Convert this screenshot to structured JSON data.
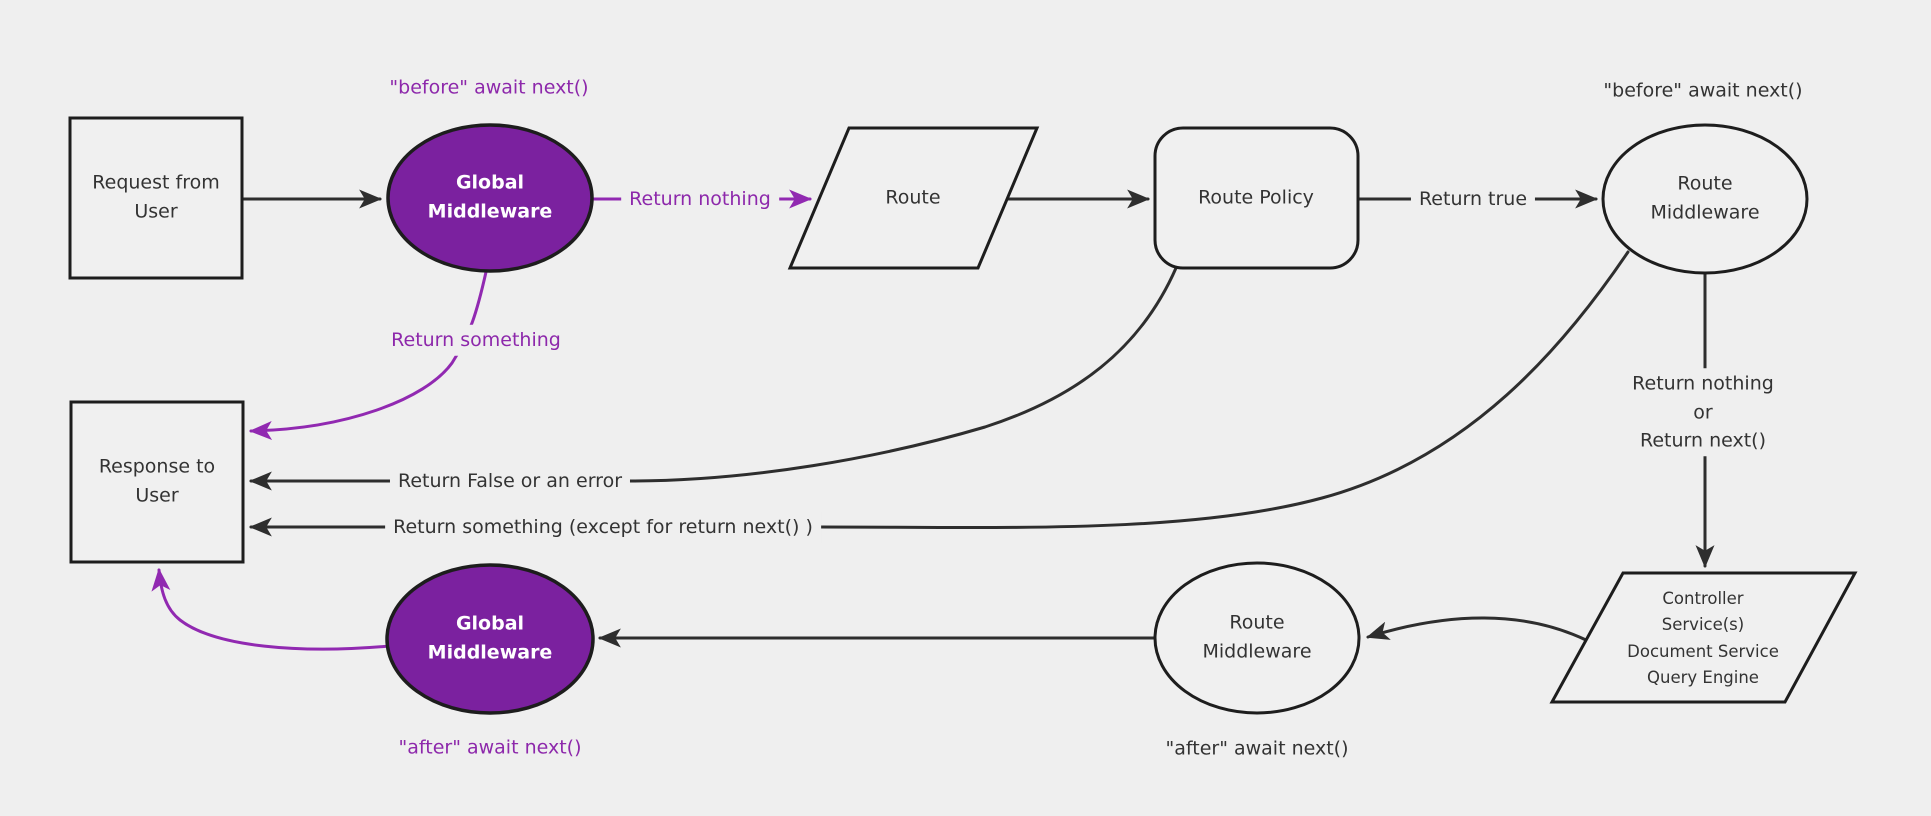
{
  "diagram": {
    "type": "flowchart",
    "background": "#efefef",
    "colors": {
      "edge_dark": "#2e2e2e",
      "node_stroke": "#1d1d1d",
      "node_fill": "#f0f0f0",
      "text_dark": "#333333",
      "purple_fill": "#7b219f",
      "purple_line": "#9129b1",
      "purple_text": "#8d28ab",
      "text_on_purple": "#ffffff"
    },
    "nodes": {
      "request": "Request from\nUser",
      "global_middleware_top": "Global\nMiddleware",
      "route": "Route",
      "route_policy": "Route Policy",
      "route_middleware_top": "Route\nMiddleware",
      "controller": "Controller\nService(s)\nDocument Service\nQuery Engine",
      "route_middleware_bottom": "Route\nMiddleware",
      "global_middleware_bottom": "Global\nMiddleware",
      "response": "Response to\nUser"
    },
    "edge_labels": {
      "return_nothing": "Return nothing",
      "return_true": "Return true",
      "return_something": "Return something",
      "return_false": "Return False or an error",
      "return_something_except": "Return something (except for return next() )",
      "return_nothing_or_next": "Return nothing\nor\nReturn next()"
    },
    "annotations": {
      "before_global": "\"before\" await next()",
      "before_route": "\"before\" await next()",
      "after_global": "\"after\" await next()",
      "after_route": "\"after\" await next()"
    }
  }
}
